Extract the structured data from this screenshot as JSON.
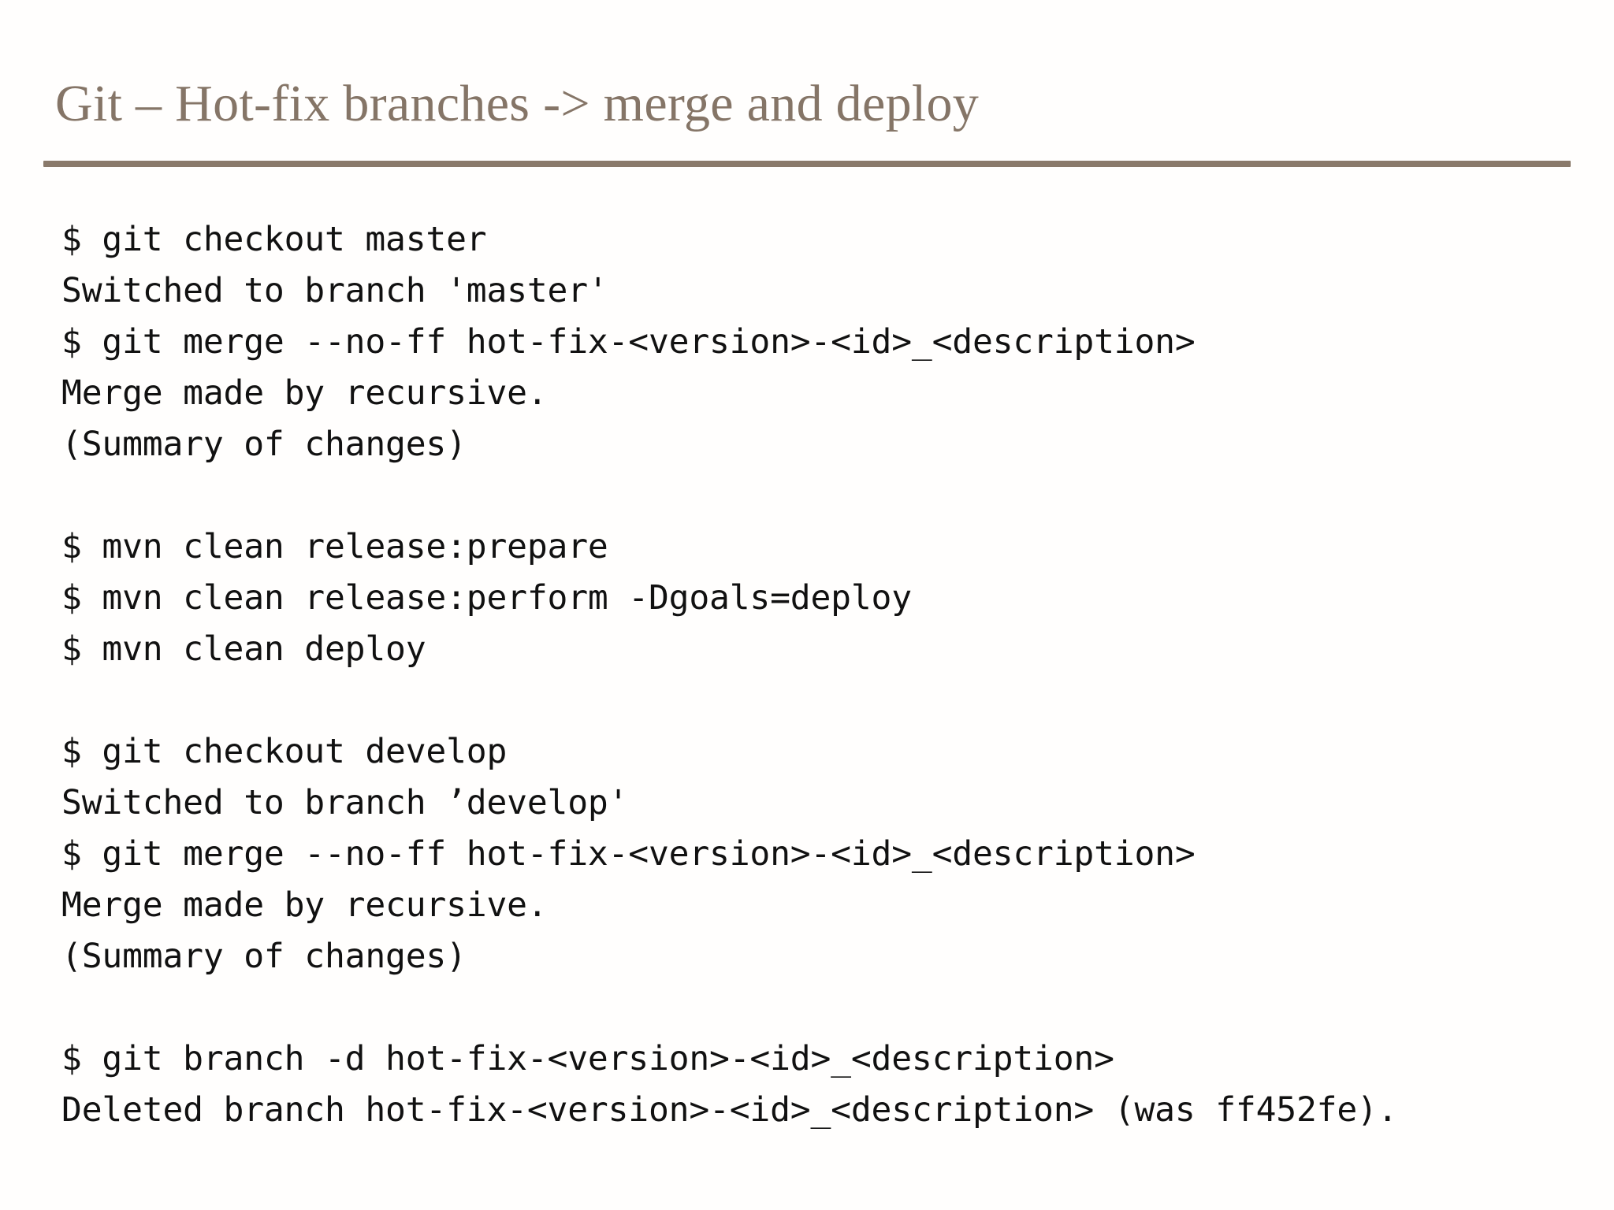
{
  "slide": {
    "title": "Git – Hot-fix branches -> merge and deploy",
    "accent_color": "#857567",
    "rule_color": "#8a7a6b",
    "background_color": "#fffefd",
    "code_color": "#111111"
  },
  "console": {
    "lines": [
      {
        "id": "l01",
        "text": "$ git checkout master",
        "kind": "command"
      },
      {
        "id": "l02",
        "text": "Switched to branch 'master'",
        "kind": "output"
      },
      {
        "id": "l03",
        "text": "$ git merge --no-ff hot-fix-<version>-<id>_<description>",
        "kind": "command"
      },
      {
        "id": "l04",
        "text": "Merge made by recursive.",
        "kind": "output"
      },
      {
        "id": "l05",
        "text": "(Summary of changes)",
        "kind": "output"
      },
      {
        "id": "l06",
        "text": "",
        "kind": "blank"
      },
      {
        "id": "l07",
        "text": "$ mvn clean release:prepare",
        "kind": "command"
      },
      {
        "id": "l08",
        "text": "$ mvn clean release:perform -Dgoals=deploy",
        "kind": "command"
      },
      {
        "id": "l09",
        "text": "$ mvn clean deploy",
        "kind": "command"
      },
      {
        "id": "l10",
        "text": "",
        "kind": "blank"
      },
      {
        "id": "l11",
        "text": "$ git checkout develop",
        "kind": "command"
      },
      {
        "id": "l12",
        "text": "Switched to branch ’develop'",
        "kind": "output"
      },
      {
        "id": "l13",
        "text": "$ git merge --no-ff hot-fix-<version>-<id>_<description>",
        "kind": "command"
      },
      {
        "id": "l14",
        "text": "Merge made by recursive.",
        "kind": "output"
      },
      {
        "id": "l15",
        "text": "(Summary of changes)",
        "kind": "output"
      },
      {
        "id": "l16",
        "text": "",
        "kind": "blank"
      },
      {
        "id": "l17",
        "text": "$ git branch -d hot-fix-<version>-<id>_<description>",
        "kind": "command"
      },
      {
        "id": "l18",
        "text": "Deleted branch hot-fix-<version>-<id>_<description> (was ff452fe).",
        "kind": "output"
      }
    ]
  }
}
